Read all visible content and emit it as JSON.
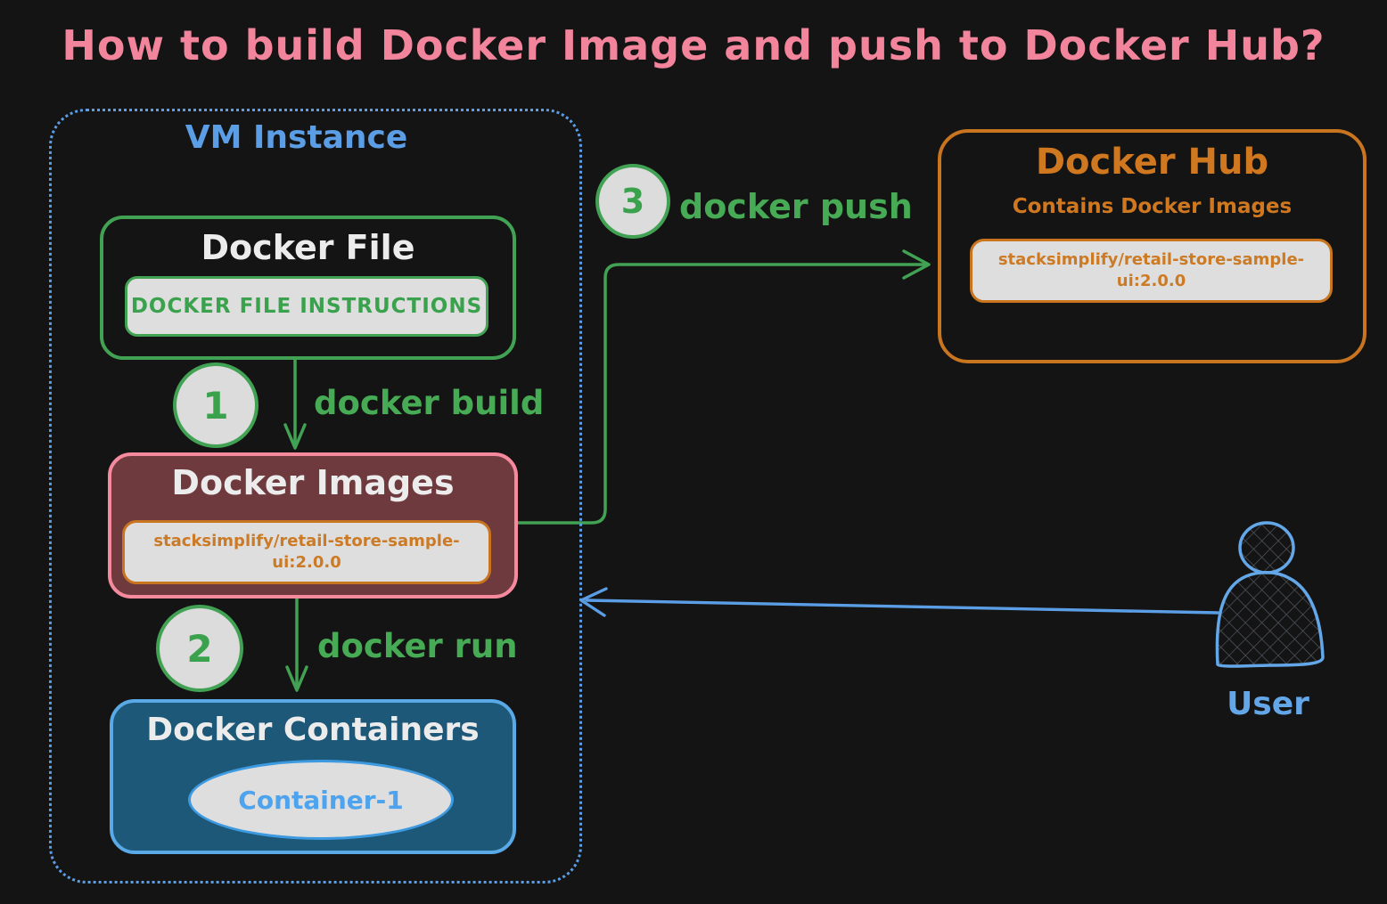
{
  "title": "How to build Docker Image and push to Docker Hub?",
  "vm_instance": {
    "label": "VM Instance",
    "docker_file": {
      "title": "Docker File",
      "instructions": "DOCKER FILE INSTRUCTIONS"
    },
    "docker_images": {
      "title": "Docker Images",
      "image_tag": "stacksimplify/retail-store-sample-ui:2.0.0"
    },
    "docker_containers": {
      "title": "Docker Containers",
      "container_label": "Container-1"
    }
  },
  "steps": [
    {
      "number": "1",
      "command": "docker build"
    },
    {
      "number": "2",
      "command": "docker run"
    },
    {
      "number": "3",
      "command": "docker push"
    }
  ],
  "docker_hub": {
    "title": "Docker Hub",
    "subtitle": "Contains Docker Images",
    "image_tag": "stacksimplify/retail-store-sample-ui:2.0.0"
  },
  "user": {
    "label": "User"
  },
  "colors": {
    "background": "#141414",
    "title_pink": "#f2849b",
    "blue": "#5b9ee5",
    "green": "#42a254",
    "orange": "#c9751f",
    "maroon_fill": "#6e3a3e",
    "pink_border": "#f5899d",
    "container_blue_fill": "#1d5878",
    "panel_gray": "#dedede",
    "white_text": "#ececec"
  }
}
